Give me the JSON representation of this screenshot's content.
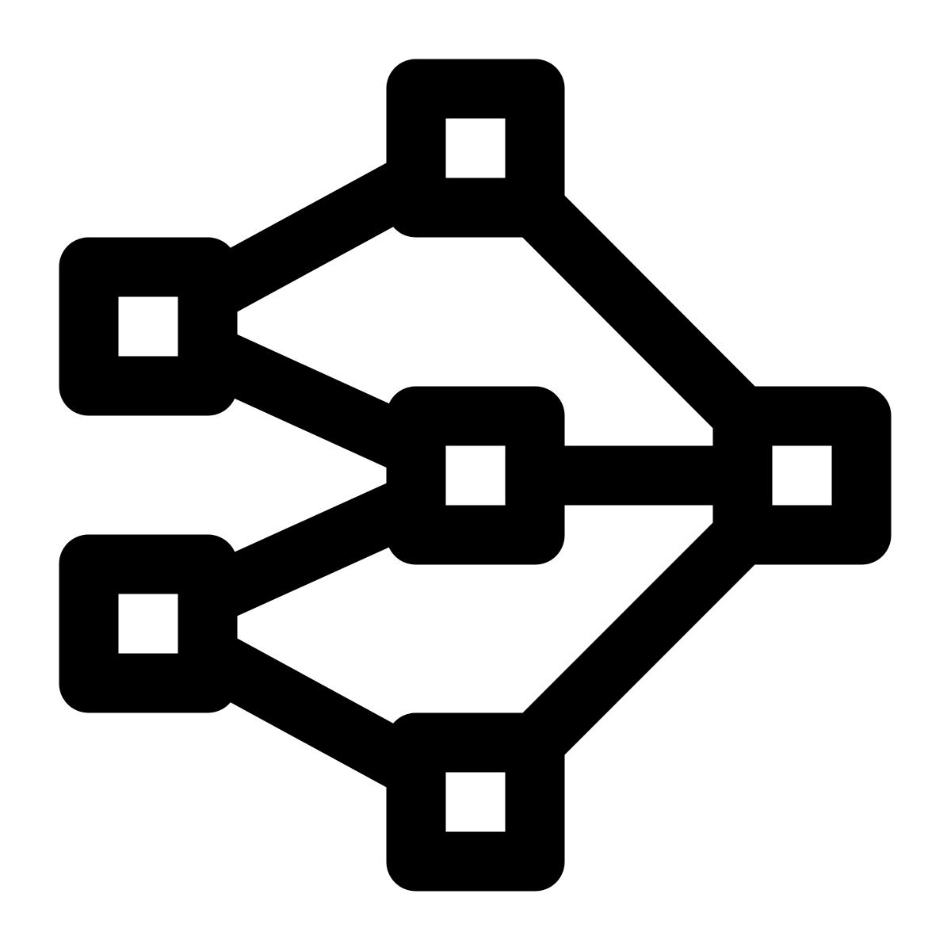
{
  "icon": {
    "name": "network-graph-icon",
    "stroke_color": "#000000",
    "background_color": "#ffffff",
    "nodes": [
      {
        "id": "in-top"
      },
      {
        "id": "in-bottom"
      },
      {
        "id": "hidden-top"
      },
      {
        "id": "hidden-middle"
      },
      {
        "id": "hidden-bottom"
      },
      {
        "id": "out"
      }
    ],
    "edges": [
      [
        "in-top",
        "hidden-top"
      ],
      [
        "in-top",
        "hidden-middle"
      ],
      [
        "in-bottom",
        "hidden-middle"
      ],
      [
        "in-bottom",
        "hidden-bottom"
      ],
      [
        "hidden-top",
        "out"
      ],
      [
        "hidden-middle",
        "out"
      ],
      [
        "hidden-bottom",
        "out"
      ]
    ]
  }
}
